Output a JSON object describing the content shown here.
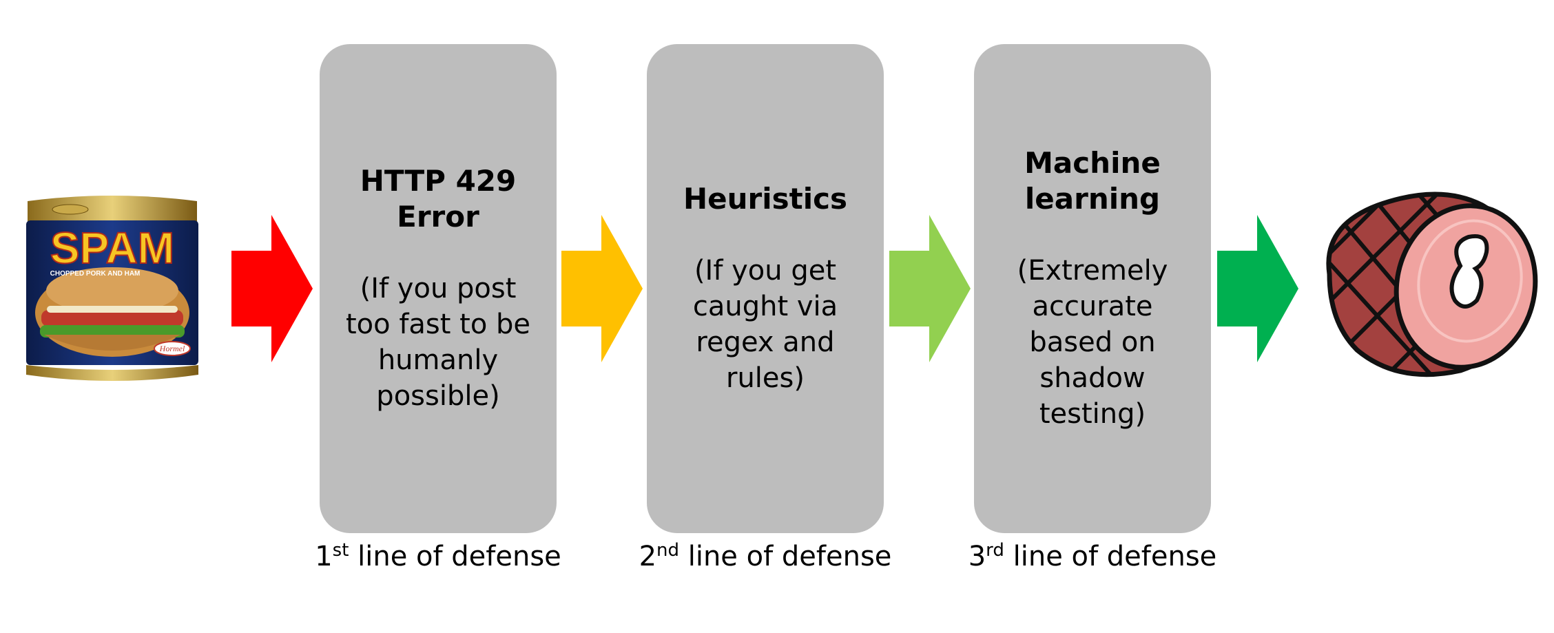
{
  "stages": [
    {
      "title": "HTTP 429\nError",
      "description": "(If you post\ntoo fast to be\nhumanly\npossible)",
      "caption_num": "1",
      "caption_sup": "st",
      "caption_rest": " line of defense"
    },
    {
      "title": "Heuristics",
      "description": "(If you get\ncaught via\nregex and\nrules)",
      "caption_num": "2",
      "caption_sup": "nd",
      "caption_rest": " line of defense"
    },
    {
      "title": "Machine\nlearning",
      "description": "(Extremely\naccurate\nbased on\nshadow\ntesting)",
      "caption_num": "3",
      "caption_sup": "rd",
      "caption_rest": " line of defense"
    }
  ],
  "arrows": [
    {
      "color": "#ff0000"
    },
    {
      "color": "#ffc000"
    },
    {
      "color": "#92d050"
    },
    {
      "color": "#00b050"
    }
  ],
  "spam_can": {
    "icon": "spam-can-icon",
    "brand": "SPAM",
    "subtitle": "CHOPPED PORK AND HAM",
    "maker": "Hormel"
  },
  "ham": {
    "icon": "ham-icon"
  }
}
